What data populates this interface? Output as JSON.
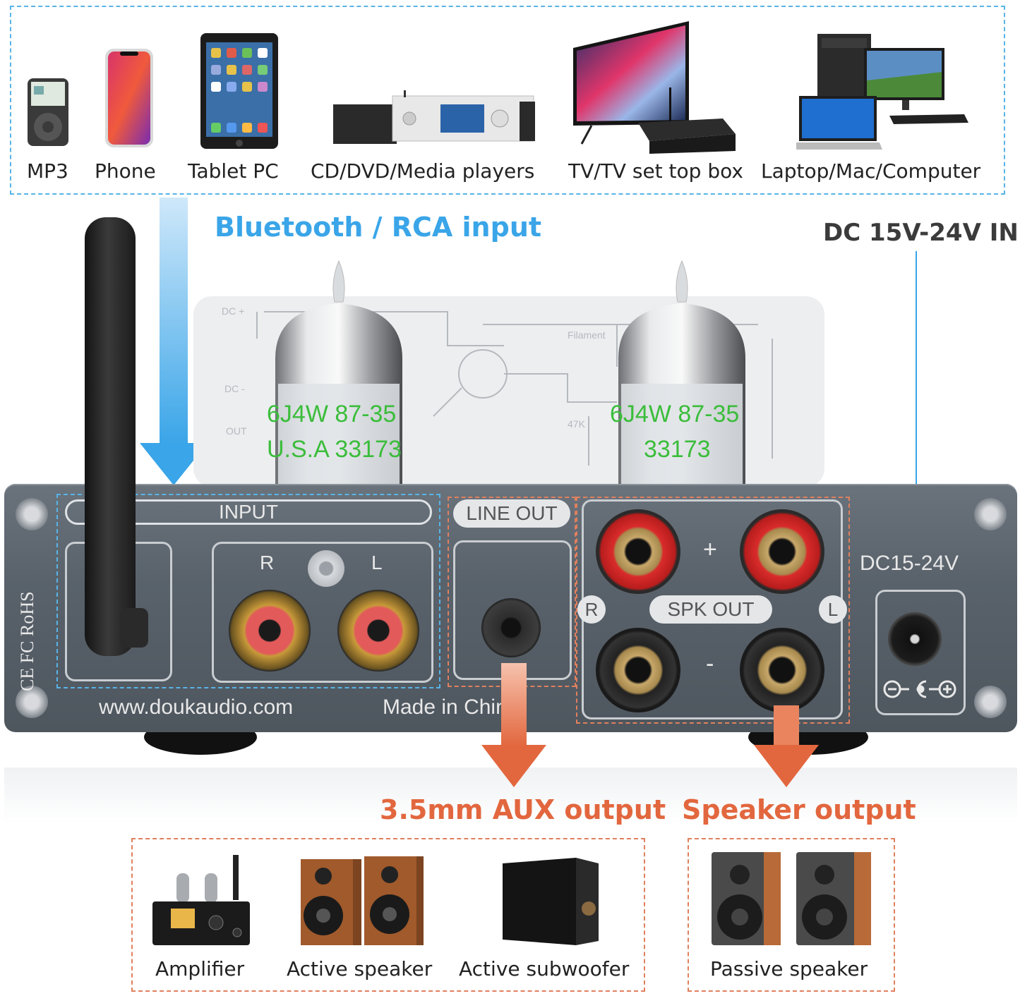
{
  "sources": {
    "items": [
      {
        "label": "MP3",
        "icon": "mp3-player-icon"
      },
      {
        "label": "Phone",
        "icon": "phone-icon"
      },
      {
        "label": "Tablet PC",
        "icon": "tablet-icon"
      },
      {
        "label": "CD/DVD/Media players",
        "icon": "media-player-icon"
      },
      {
        "label": "TV/TV set top box",
        "icon": "tv-icon"
      },
      {
        "label": "Laptop/Mac/Computer",
        "icon": "computer-icon"
      }
    ]
  },
  "callouts": {
    "input": "Bluetooth / RCA input",
    "power": "DC 15V-24V IN",
    "aux_output": "3.5mm AUX output",
    "speaker_output": "Speaker output"
  },
  "panel": {
    "input_label": "INPUT",
    "rca_right": "R",
    "rca_left": "L",
    "line_out_label": "LINE OUT",
    "spk_out_label": "SPK OUT",
    "spk_plus": "+",
    "spk_minus": "-",
    "spk_right": "R",
    "spk_left": "L",
    "dc_label": "DC15-24V",
    "website": "www.doukaudio.com",
    "made_in": "Made in China",
    "certifications": "CE FC RoHS"
  },
  "tubes": {
    "left_line1": "6J4W 87-35",
    "left_line2": "U.S.A 33173",
    "right_line1": "6J4W 87-35",
    "right_line2": "33173"
  },
  "outputs": {
    "aux_devices": [
      {
        "label": "Amplifier",
        "icon": "amplifier-icon"
      },
      {
        "label": "Active speaker",
        "icon": "active-speaker-icon"
      },
      {
        "label": "Active subwoofer",
        "icon": "subwoofer-icon"
      }
    ],
    "speaker_devices": [
      {
        "label": "Passive speaker",
        "icon": "passive-speaker-icon"
      }
    ]
  },
  "colors": {
    "input_accent": "#3aa5e8",
    "output_accent": "#e2673e",
    "panel": "#5d6670"
  }
}
